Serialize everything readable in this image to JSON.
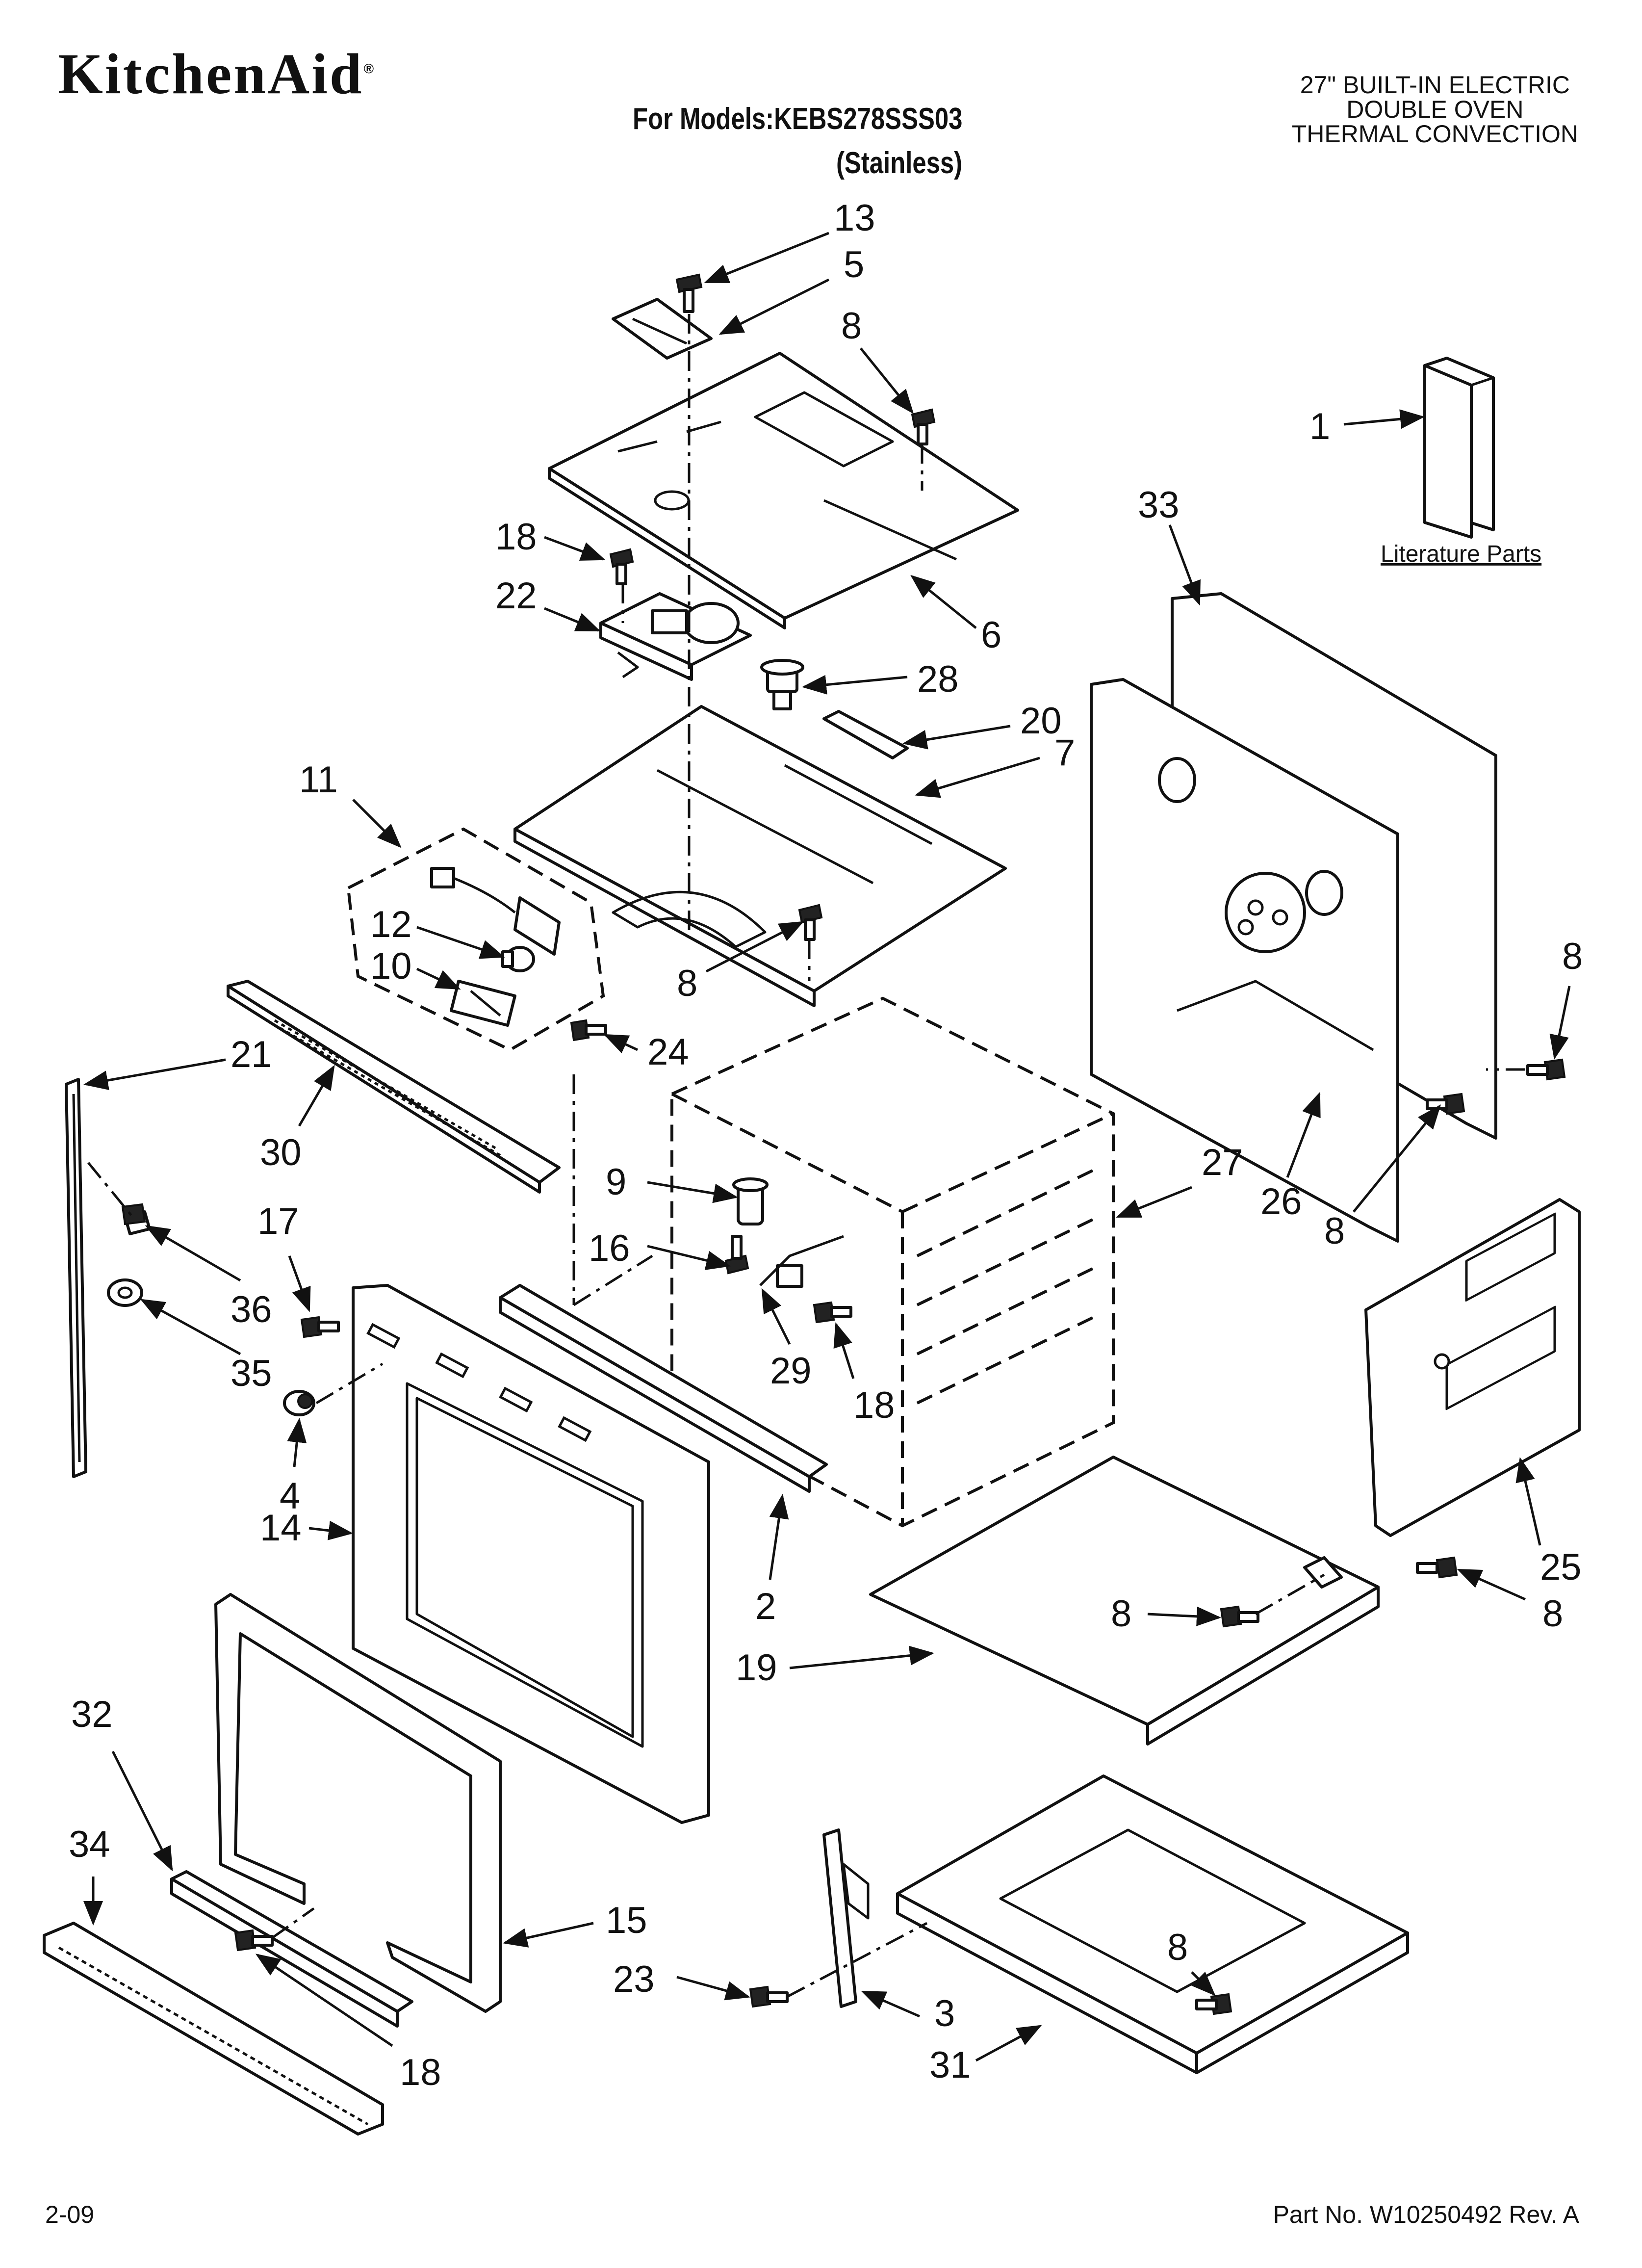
{
  "header": {
    "brand": "KitchenAid",
    "brand_mark": "®",
    "models_line": "For Models:KEBS278SSS03",
    "variant_line": "(Stainless)",
    "product_line1": "27\" BUILT-IN ELECTRIC",
    "product_line2": "DOUBLE OVEN",
    "product_line3": "THERMAL CONVECTION"
  },
  "literature": {
    "caption": "Literature Parts"
  },
  "callouts": {
    "c1": "1",
    "c2": "2",
    "c3": "3",
    "c4": "4",
    "c5": "5",
    "c6": "6",
    "c7": "7",
    "c8a": "8",
    "c8b": "8",
    "c8c": "8",
    "c8d": "8",
    "c8e": "8",
    "c8f": "8",
    "c8g": "8",
    "c9": "9",
    "c10": "10",
    "c11": "11",
    "c12": "12",
    "c13": "13",
    "c14": "14",
    "c15": "15",
    "c16": "16",
    "c17": "17",
    "c18a": "18",
    "c18b": "18",
    "c18c": "18",
    "c19": "19",
    "c20": "20",
    "c21": "21",
    "c22": "22",
    "c23": "23",
    "c24": "24",
    "c25": "25",
    "c26": "26",
    "c27": "27",
    "c28": "28",
    "c29": "29",
    "c30": "30",
    "c31": "31",
    "c32": "32",
    "c33": "33",
    "c34": "34",
    "c35": "35",
    "c36": "36"
  },
  "footer": {
    "date_code": "2-09",
    "part_number": "Part No. W10250492 Rev. A"
  }
}
